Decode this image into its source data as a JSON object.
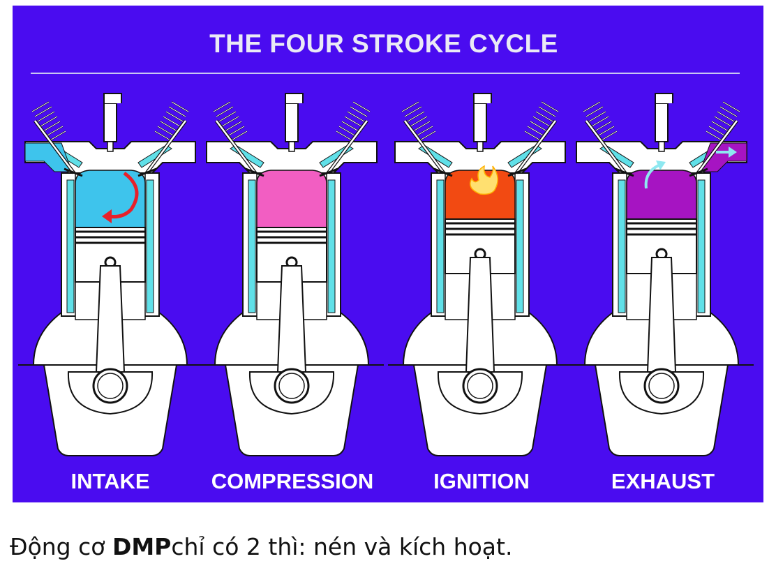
{
  "diagram": {
    "title": "THE FOUR STROKE CYCLE",
    "stages": [
      {
        "label": "INTAKE",
        "chamber_color": "#3ec4ec"
      },
      {
        "label": "COMPRESSION",
        "chamber_color": "#f25ec2"
      },
      {
        "label": "IGNITION",
        "chamber_color": "#f24a12"
      },
      {
        "label": "EXHAUST",
        "chamber_color": "#a614c2"
      }
    ],
    "colors": {
      "background": "#4a0cf0",
      "coolant": "#60e0e8",
      "metal": "#ffffff",
      "outline": "#111111",
      "intake_arrow": "#e8202a",
      "exhaust_arrow": "#8ee8f0",
      "flame": "#ffe070"
    }
  },
  "caption": {
    "prefix": "Động cơ ",
    "bold": "DMP",
    "suffix": "chỉ có 2 thì: nén và kích hoạt."
  }
}
